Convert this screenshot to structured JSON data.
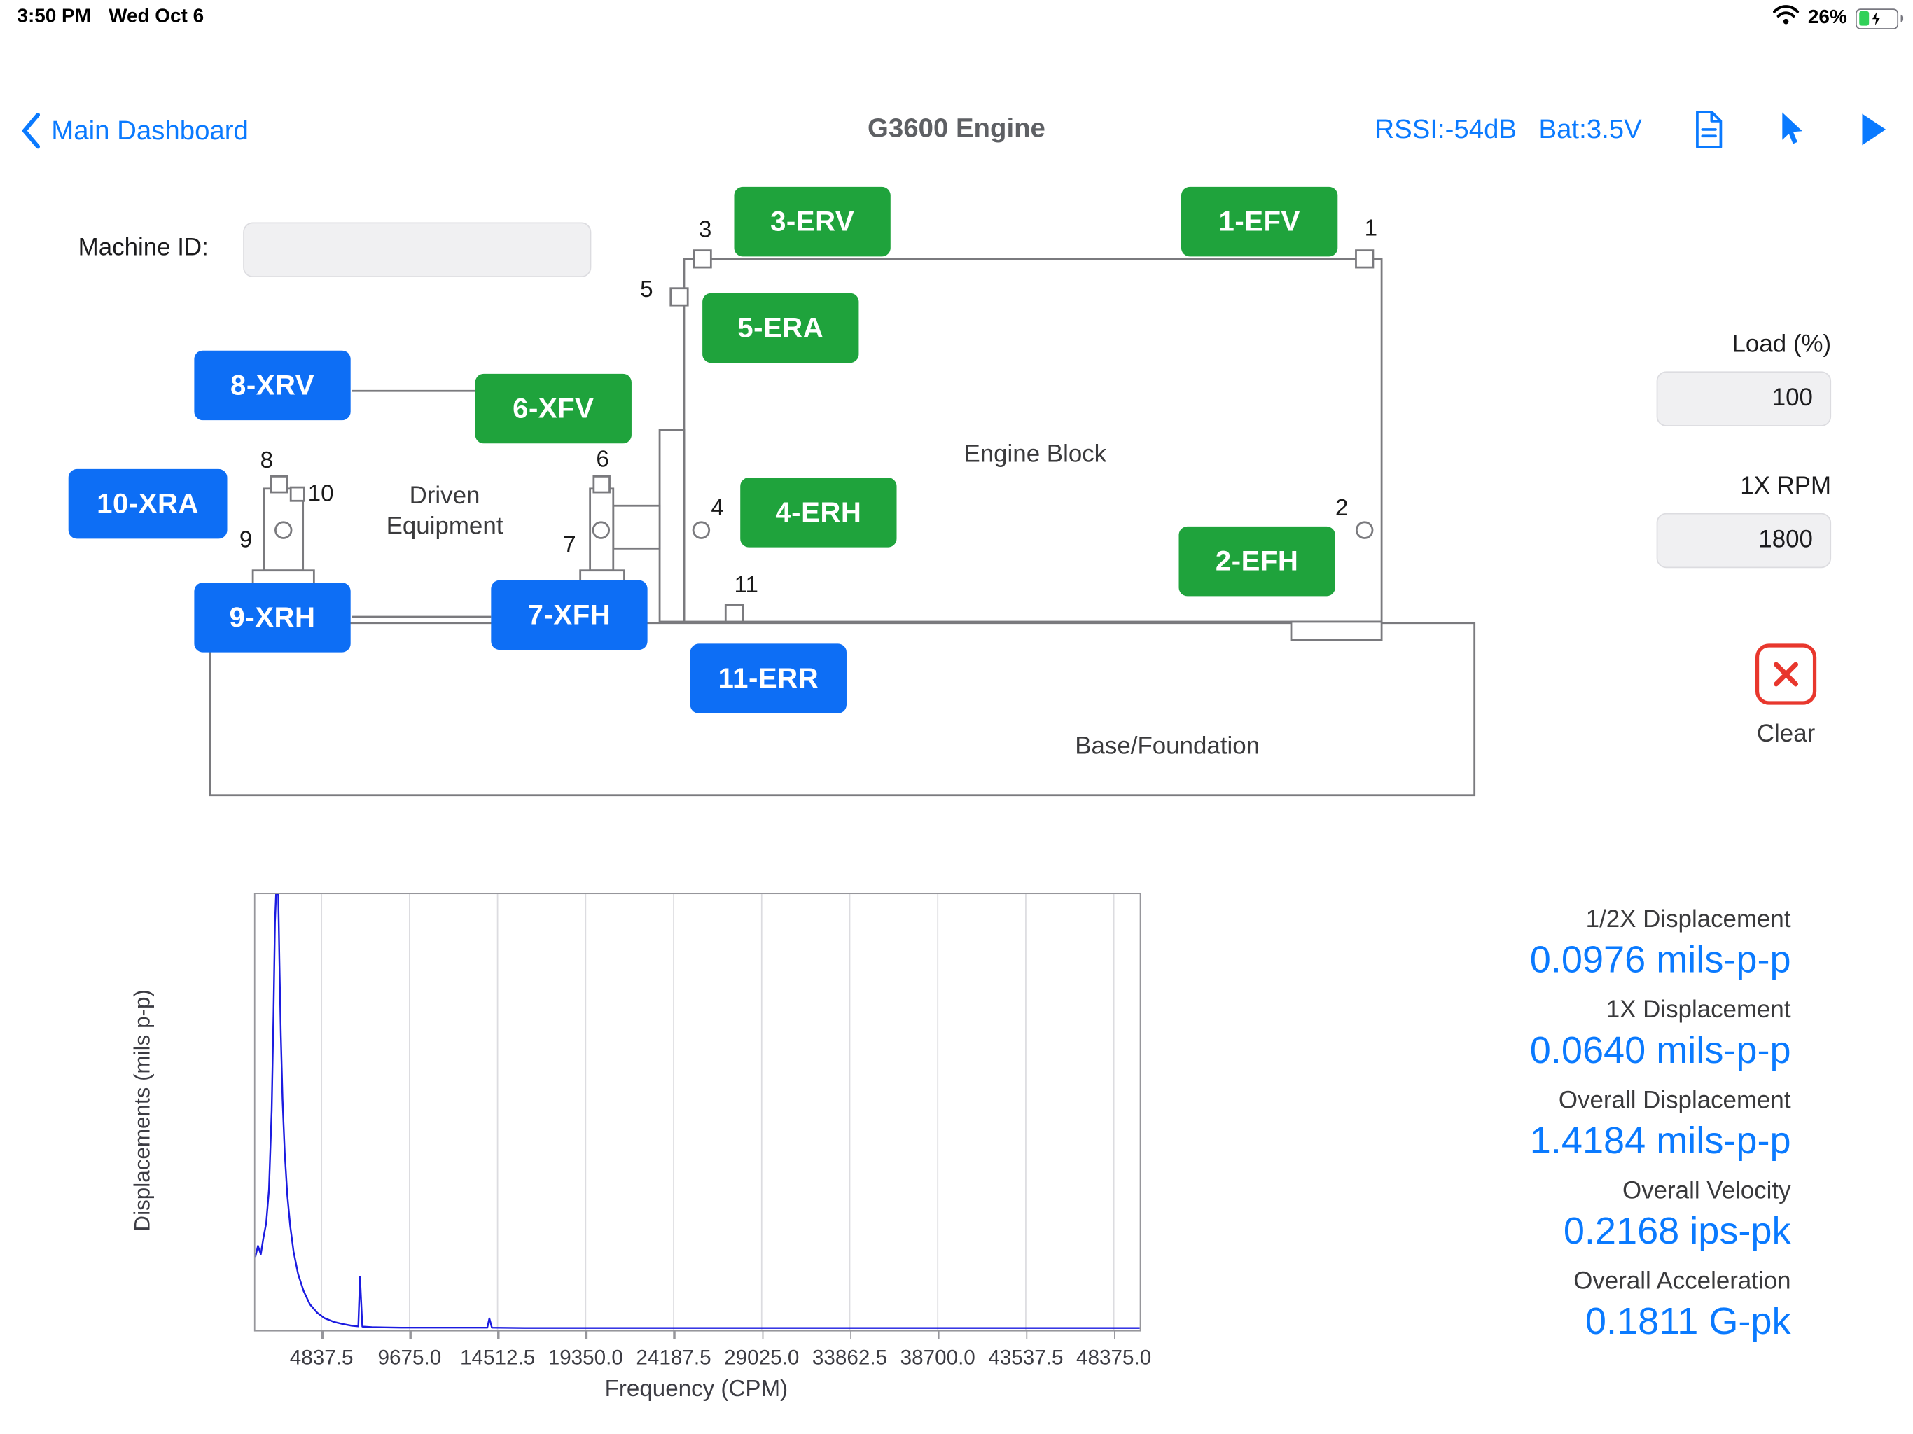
{
  "status_bar": {
    "time": "3:50 PM",
    "date": "Wed Oct 6",
    "battery_percent": "26%"
  },
  "nav": {
    "back_label": "Main Dashboard",
    "title": "G3600 Engine",
    "rssi": "RSSI:-54dB",
    "battery_voltage": "Bat:3.5V"
  },
  "machine": {
    "machine_id_label": "Machine ID:",
    "machine_id_value": "",
    "engine_block_label": "Engine Block",
    "driven_line1": "Driven",
    "driven_line2": "Equipment",
    "base_label": "Base/Foundation",
    "point_labels": [
      "3",
      "1",
      "5",
      "8",
      "10",
      "9",
      "6",
      "7",
      "4",
      "2",
      "11"
    ],
    "buttons": [
      {
        "label": "3-ERV",
        "color": "green"
      },
      {
        "label": "1-EFV",
        "color": "green"
      },
      {
        "label": "5-ERA",
        "color": "green"
      },
      {
        "label": "8-XRV",
        "color": "blue"
      },
      {
        "label": "6-XFV",
        "color": "green"
      },
      {
        "label": "10-XRA",
        "color": "blue"
      },
      {
        "label": "4-ERH",
        "color": "green"
      },
      {
        "label": "2-EFH",
        "color": "green"
      },
      {
        "label": "9-XRH",
        "color": "blue"
      },
      {
        "label": "7-XFH",
        "color": "blue"
      },
      {
        "label": "11-ERR",
        "color": "blue"
      }
    ],
    "button_green": "#1fa33c",
    "button_blue": "#0d6ef5"
  },
  "controls": {
    "load_label": "Load (%)",
    "load_value": "100",
    "rpm_label": "1X RPM",
    "rpm_value": "1800",
    "clear_label": "Clear",
    "clear_color": "#e8372d"
  },
  "readings": [
    {
      "label": "1/2X Displacement",
      "value": "0.0976 mils-p-p"
    },
    {
      "label": "1X Displacement",
      "value": "0.0640 mils-p-p"
    },
    {
      "label": "Overall Displacement",
      "value": "1.4184 mils-p-p"
    },
    {
      "label": "Overall Velocity",
      "value": "0.2168 ips-pk"
    },
    {
      "label": "Overall Acceleration",
      "value": "0.1811 G-pk"
    }
  ],
  "chart_data": {
    "type": "line",
    "title": "",
    "xlabel": "Frequency (CPM)",
    "ylabel": "Displacements (mils p-p)",
    "x_ticks": [
      4837.5,
      9675.0,
      14512.5,
      19350.0,
      24187.5,
      29025.0,
      33862.5,
      38700.0,
      43537.5,
      48375.0
    ],
    "x_range": [
      1200,
      49800
    ],
    "ylim": [
      0,
      1.55
    ],
    "grid": "vertical",
    "legend": "none",
    "line_color": "#1b1be0",
    "series": [
      {
        "name": "displacement_spectrum",
        "points": [
          [
            1200,
            0.26
          ],
          [
            1350,
            0.3
          ],
          [
            1500,
            0.27
          ],
          [
            1650,
            0.33
          ],
          [
            1800,
            0.38
          ],
          [
            1950,
            0.5
          ],
          [
            2100,
            0.78
          ],
          [
            2200,
            1.12
          ],
          [
            2280,
            1.45
          ],
          [
            2340,
            1.6
          ],
          [
            2460,
            1.6
          ],
          [
            2520,
            1.32
          ],
          [
            2600,
            1.05
          ],
          [
            2700,
            0.82
          ],
          [
            2820,
            0.63
          ],
          [
            2960,
            0.48
          ],
          [
            3120,
            0.37
          ],
          [
            3300,
            0.28
          ],
          [
            3550,
            0.2
          ],
          [
            3850,
            0.14
          ],
          [
            4200,
            0.092
          ],
          [
            4600,
            0.062
          ],
          [
            5000,
            0.043
          ],
          [
            5500,
            0.03
          ],
          [
            6000,
            0.022
          ],
          [
            6500,
            0.016
          ],
          [
            6860,
            0.014
          ],
          [
            6950,
            0.19
          ],
          [
            7080,
            0.013
          ],
          [
            7600,
            0.011
          ],
          [
            8300,
            0.01
          ],
          [
            9200,
            0.009
          ],
          [
            10500,
            0.009
          ],
          [
            12000,
            0.009
          ],
          [
            13950,
            0.009
          ],
          [
            14060,
            0.042
          ],
          [
            14200,
            0.009
          ],
          [
            16000,
            0.008
          ],
          [
            18000,
            0.008
          ],
          [
            21000,
            0.008
          ],
          [
            24000,
            0.008
          ],
          [
            28000,
            0.008
          ],
          [
            32000,
            0.008
          ],
          [
            36000,
            0.008
          ],
          [
            40000,
            0.008
          ],
          [
            44000,
            0.008
          ],
          [
            47500,
            0.008
          ],
          [
            49800,
            0.008
          ]
        ]
      }
    ]
  }
}
